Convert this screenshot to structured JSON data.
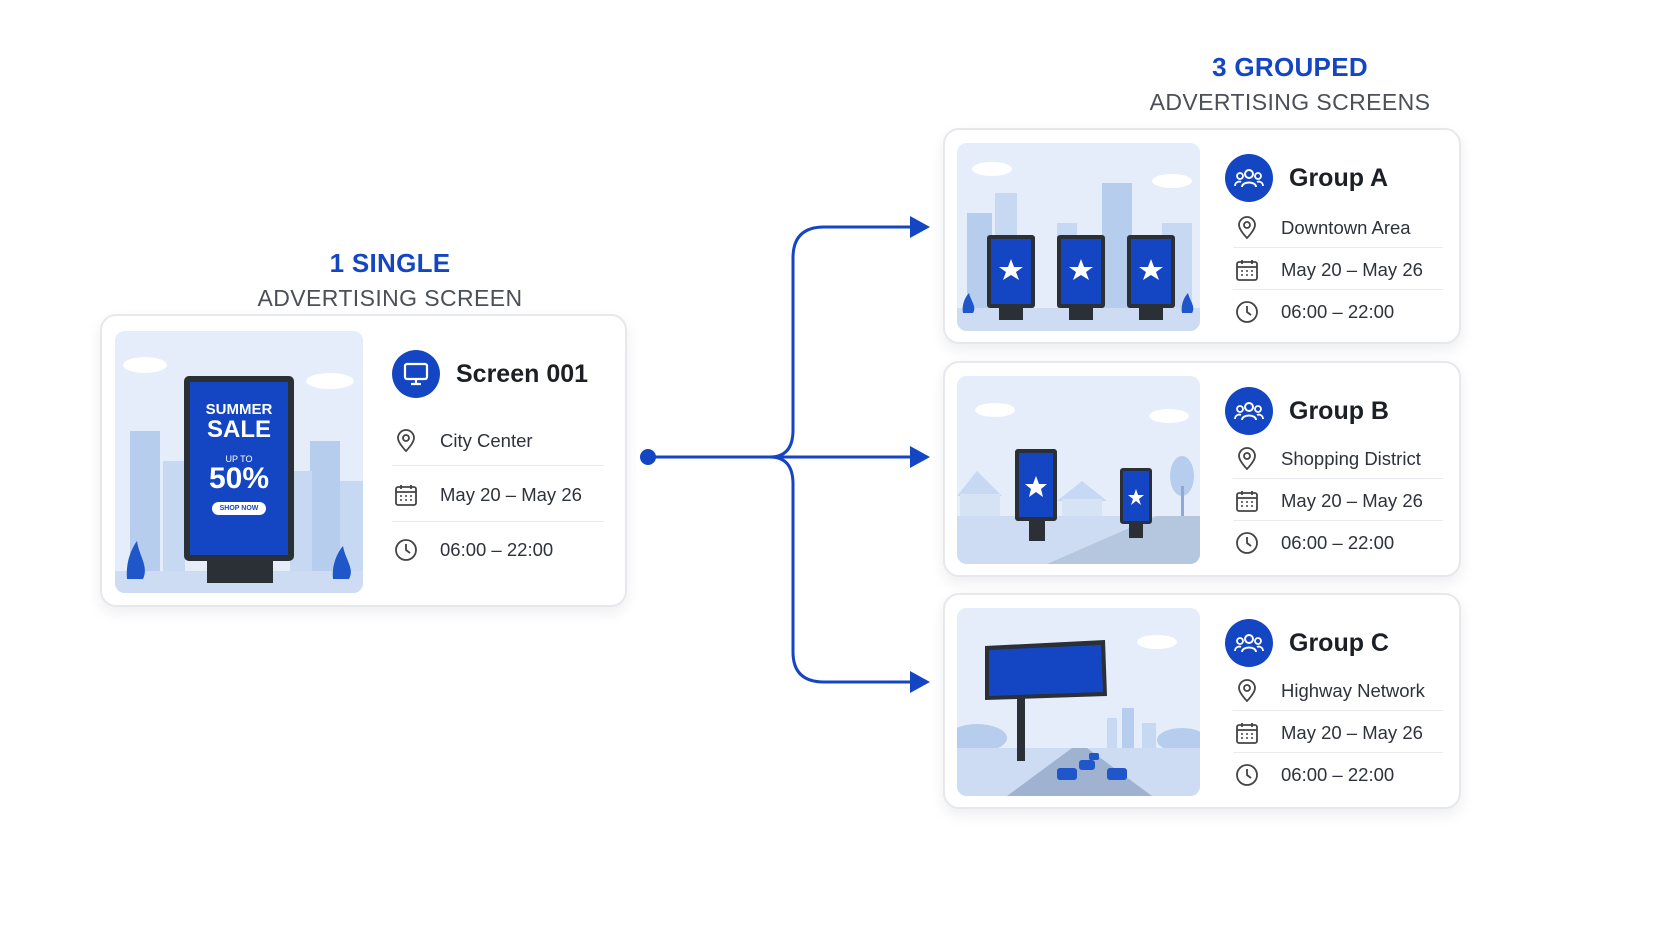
{
  "single": {
    "count_label": "1 SINGLE",
    "subtitle": "ADVERTISING SCREEN",
    "card": {
      "title": "Screen 001",
      "title_icon": "monitor-icon",
      "location": "City Center",
      "dates": "May 20 – May 26",
      "hours": "06:00 – 22:00",
      "poster": {
        "line1": "SUMMER",
        "line2": "SALE",
        "line3": "UP TO",
        "line4": "50%",
        "button": "SHOP NOW"
      }
    }
  },
  "grouped": {
    "count_label": "3 GROUPED",
    "subtitle": "ADVERTISING SCREENS",
    "groups": [
      {
        "title": "Group A",
        "title_icon": "users-icon",
        "location": "Downtown Area",
        "dates": "May 20 – May 26",
        "hours": "06:00 – 22:00",
        "scene": "city-screens"
      },
      {
        "title": "Group B",
        "title_icon": "users-icon",
        "location": "Shopping District",
        "dates": "May 20 – May 26",
        "hours": "06:00 – 22:00",
        "scene": "suburb-screens"
      },
      {
        "title": "Group C",
        "title_icon": "users-icon",
        "location": "Highway Network",
        "dates": "May 20 – May 26",
        "hours": "06:00 – 22:00",
        "scene": "highway-billboard"
      }
    ]
  },
  "colors": {
    "accent": "#1446c4",
    "line": "#1446c4",
    "sky": "#dfe9f8",
    "building": "#a9c3ea"
  }
}
